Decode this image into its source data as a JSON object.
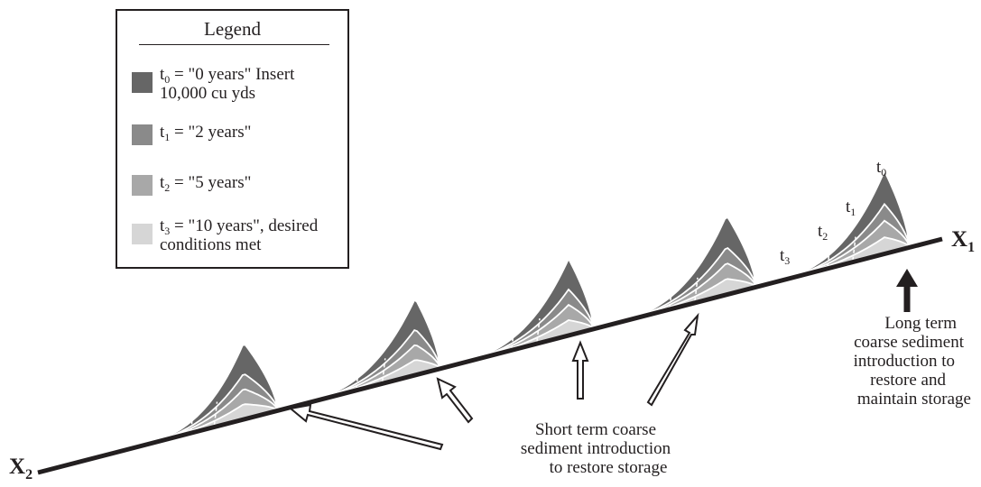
{
  "legend": {
    "title": "Legend",
    "items": [
      {
        "sub": "0",
        "text": " = \"0 years\" Insert",
        "text2": "10,000 cu yds",
        "color": "#666666"
      },
      {
        "sub": "1",
        "text": " = \"2 years\"",
        "color": "#8a8a8a"
      },
      {
        "sub": "2",
        "text": " = \"5 years\"",
        "color": "#a8a8a8"
      },
      {
        "sub": "3",
        "text": " = \"10 years\", desired",
        "text2": "conditions met",
        "color": "#d6d6d6"
      }
    ]
  },
  "axis_labels": {
    "x1_letter": "X",
    "x1_sub": "1",
    "x2_letter": "X",
    "x2_sub": "2"
  },
  "time_labels": {
    "t0": {
      "letter": "t",
      "sub": "0"
    },
    "t1": {
      "letter": "t",
      "sub": "1"
    },
    "t2": {
      "letter": "t",
      "sub": "2"
    },
    "t3": {
      "letter": "t",
      "sub": "3"
    }
  },
  "annotations": {
    "short_term": [
      "Short term coarse",
      "sediment introduction",
      "to restore storage"
    ],
    "long_term": [
      "Long term",
      "coarse sediment",
      "introduction to",
      "restore and",
      "maintain storage"
    ]
  }
}
